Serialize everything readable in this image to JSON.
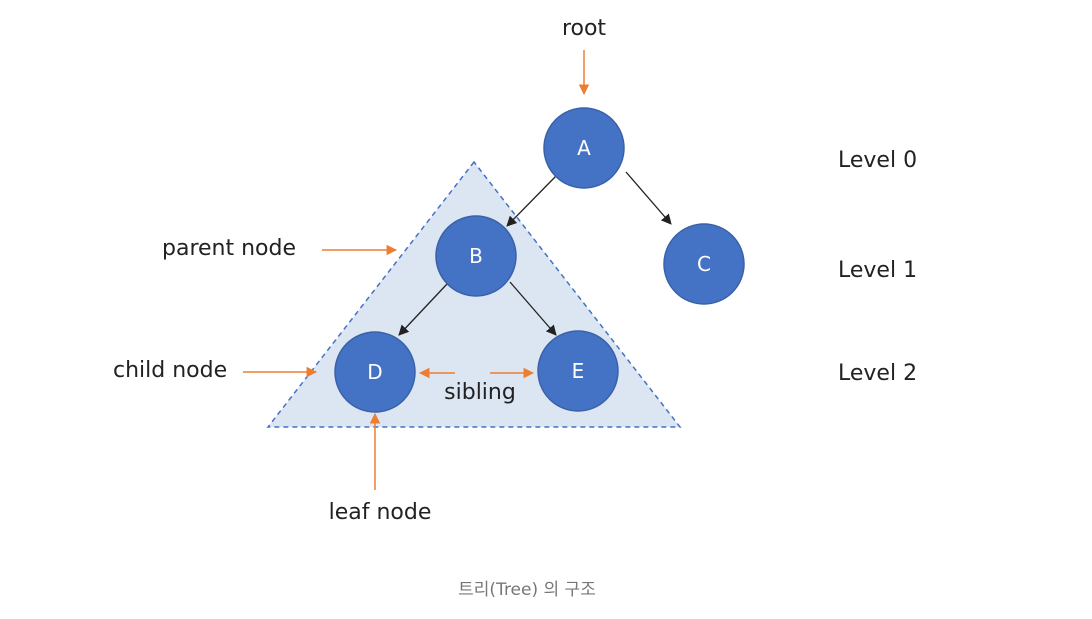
{
  "nodes": [
    {
      "id": "A",
      "label": "A"
    },
    {
      "id": "B",
      "label": "B"
    },
    {
      "id": "C",
      "label": "C"
    },
    {
      "id": "D",
      "label": "D"
    },
    {
      "id": "E",
      "label": "E"
    }
  ],
  "edges": [
    {
      "from": "A",
      "to": "B"
    },
    {
      "from": "A",
      "to": "C"
    },
    {
      "from": "B",
      "to": "D"
    },
    {
      "from": "B",
      "to": "E"
    }
  ],
  "annotations": {
    "root": "root",
    "parent_node": "parent node",
    "child_node": "child node",
    "sibling": "sibling",
    "leaf_node": "leaf node"
  },
  "levels": [
    "Level 0",
    "Level 1",
    "Level 2"
  ],
  "caption": "트리(Tree) 의 구조",
  "colors": {
    "node_fill": "#4472C4",
    "node_stroke": "#3A62A8",
    "edge": "#222222",
    "annotation_arrow": "#ED7D31",
    "subtree_fill": "#DCE6F2",
    "subtree_stroke": "#4472C4"
  }
}
